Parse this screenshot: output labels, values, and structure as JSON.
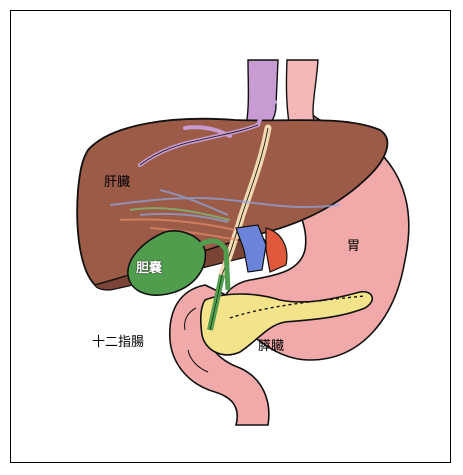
{
  "labels": {
    "liver": "肝臓",
    "gallbladder": "胆嚢",
    "stomach": "胃",
    "duodenum": "十二指腸",
    "pancreas": "膵臓"
  },
  "colors": {
    "liver": "#9a5a45",
    "liver_dark": "#6e3e30",
    "stomach": "#f0a6a6",
    "esophagus": "#f2b0b0",
    "vein_purple": "#c79ad0",
    "gallbladder": "#4c9a4a",
    "pancreas": "#f3e38a",
    "bile_duct": "#f0d9b0",
    "portal_vein": "#6b84d9",
    "artery": "#e0593a"
  }
}
